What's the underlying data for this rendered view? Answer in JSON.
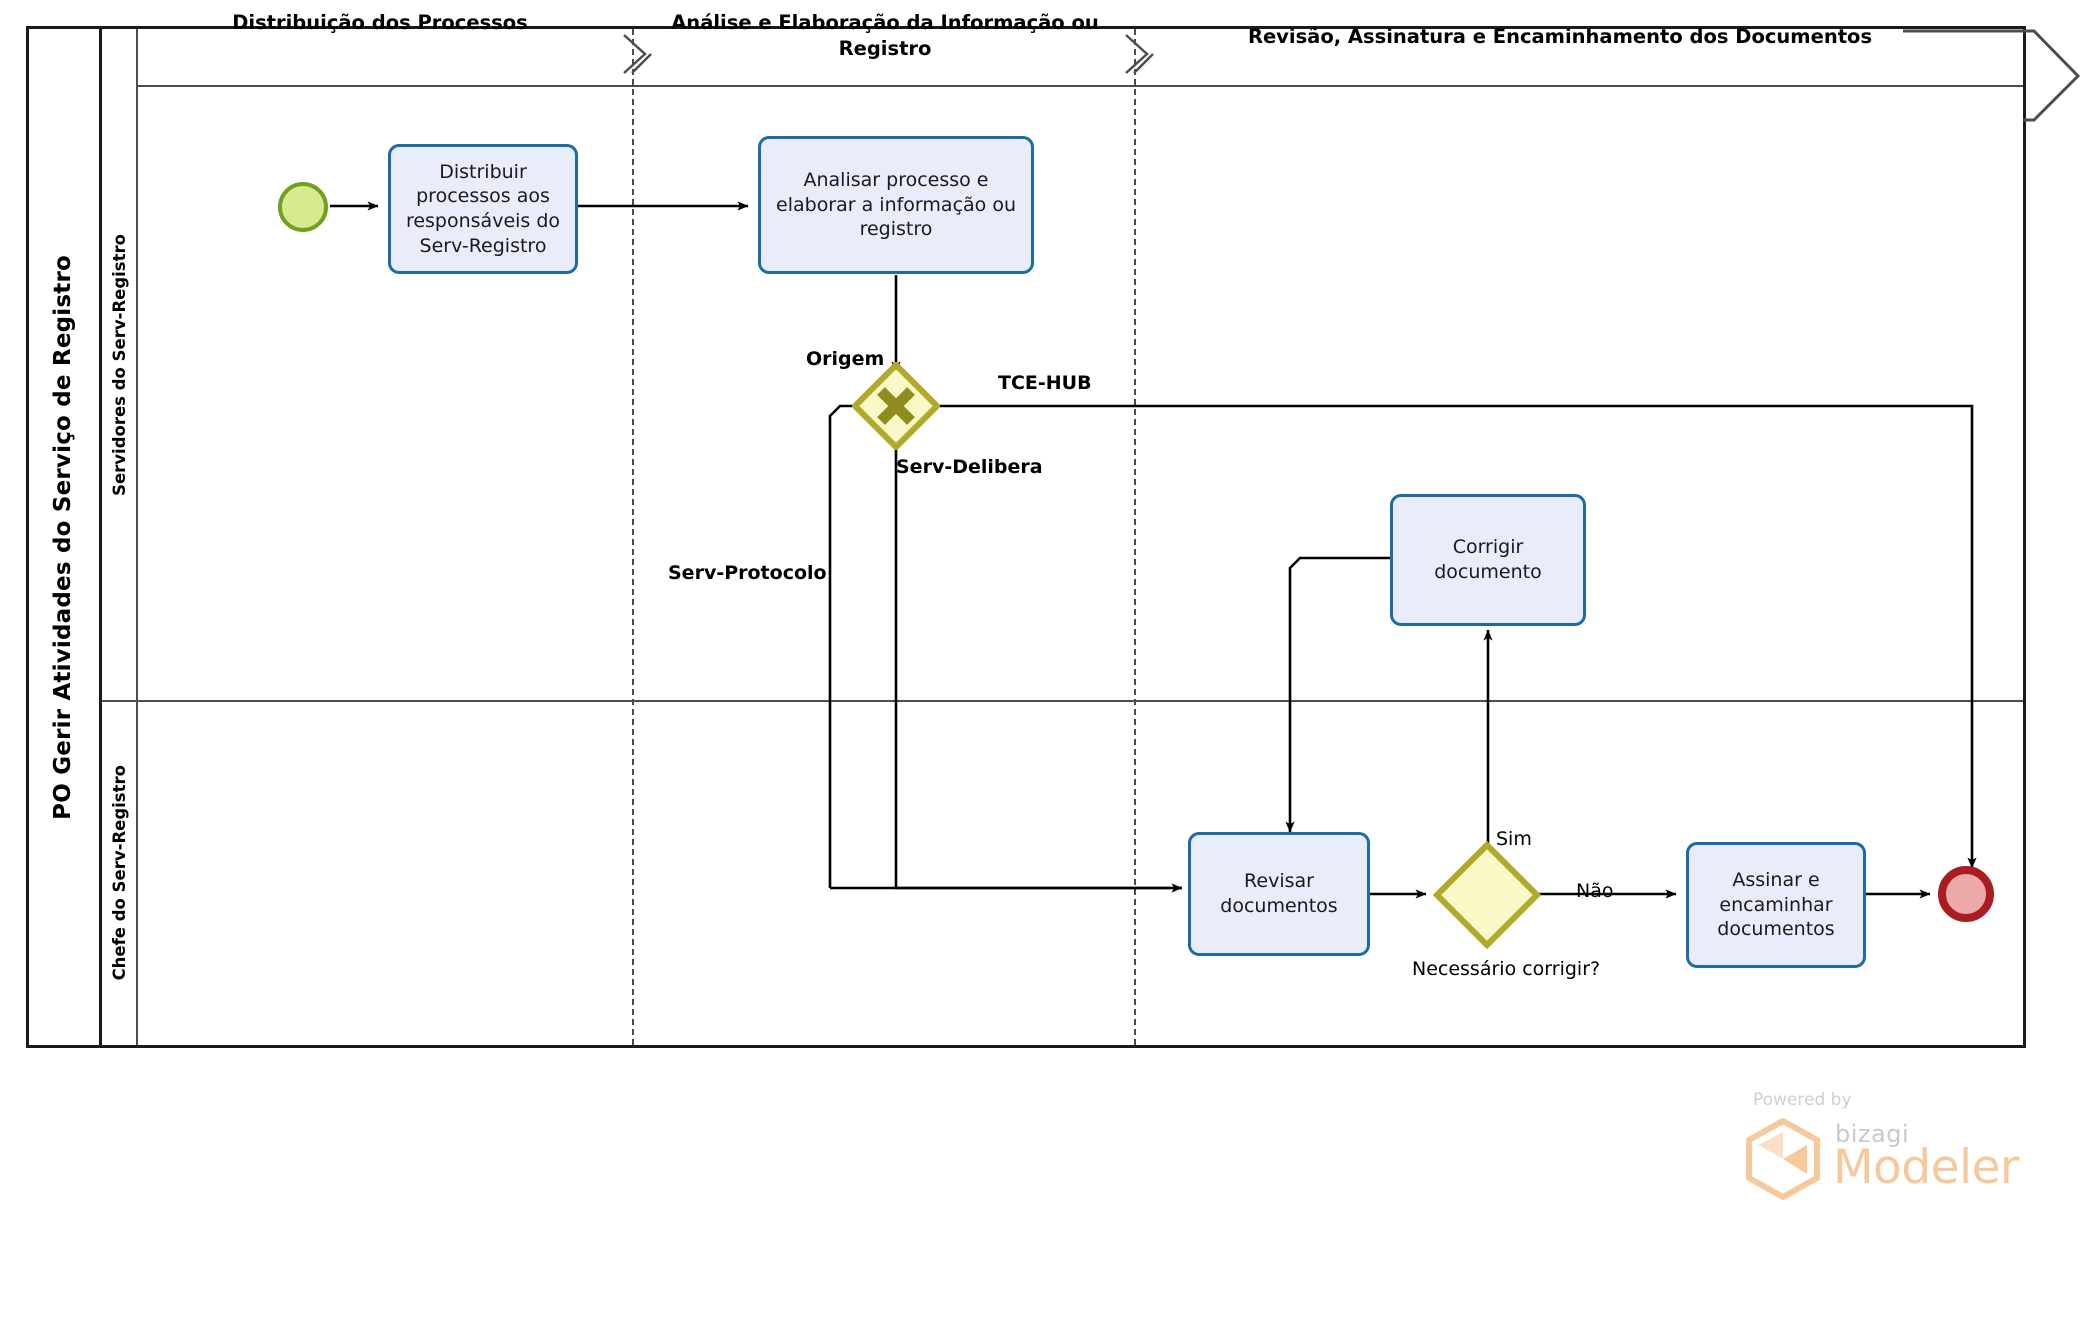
{
  "pool": {
    "title": "PO Gerir Atividades do Serviço de Registro"
  },
  "lanes": [
    {
      "id": "lane-servidores",
      "label": "Servidores do Serv-Registro"
    },
    {
      "id": "lane-chefe",
      "label": "Chefe do Serv-Registro"
    }
  ],
  "phases": [
    {
      "id": "phase-distribuicao",
      "label": "Distribuição dos Processos"
    },
    {
      "id": "phase-analise",
      "label": "Análise e Elaboração da Informação ou Registro"
    },
    {
      "id": "phase-revisao",
      "label": "Revisão, Assinatura e Encaminhamento dos Documentos"
    }
  ],
  "events": [
    {
      "id": "start-event",
      "type": "start",
      "label": ""
    },
    {
      "id": "end-event",
      "type": "end",
      "label": ""
    }
  ],
  "tasks": [
    {
      "id": "task-distribuir",
      "label": "Distribuir processos aos responsáveis do Serv-Registro"
    },
    {
      "id": "task-analisar",
      "label": "Analisar processo e elaborar a informação ou registro"
    },
    {
      "id": "task-corrigir",
      "label": "Corrigir documento"
    },
    {
      "id": "task-revisar",
      "label": "Revisar documentos"
    },
    {
      "id": "task-assinar",
      "label": "Assinar e encaminhar documentos"
    }
  ],
  "gateways": [
    {
      "id": "gateway-origem",
      "type": "exclusive",
      "label": "Origem"
    },
    {
      "id": "gateway-corrigir",
      "type": "exclusive",
      "label": "Necessário corrigir?"
    }
  ],
  "flow_labels": {
    "origem": "Origem",
    "tce_hub": "TCE-HUB",
    "serv_delibera": "Serv-Delibera",
    "serv_protocolo": "Serv-Protocolo",
    "sim": "Sim",
    "nao": "Não",
    "necessario_corrigir": "Necessário corrigir?"
  },
  "watermark": {
    "powered_by": "Powered by",
    "brand": "bizagi",
    "product": "Modeler"
  },
  "colors": {
    "task_fill": "#e8ecfb",
    "task_stroke": "#1b6ca3",
    "start_fill": "#d6eb8f",
    "start_stroke": "#6fa01e",
    "end_fill": "#eda9a9",
    "end_stroke": "#a81d20",
    "gateway_fill": "#fbf8c8",
    "gateway_stroke": "#b0aa28",
    "pool_stroke": "#1a1a1a",
    "lane_stroke": "#4d4d4d",
    "flow_stroke": "#000000",
    "watermark_accent": "#f6c99a"
  }
}
